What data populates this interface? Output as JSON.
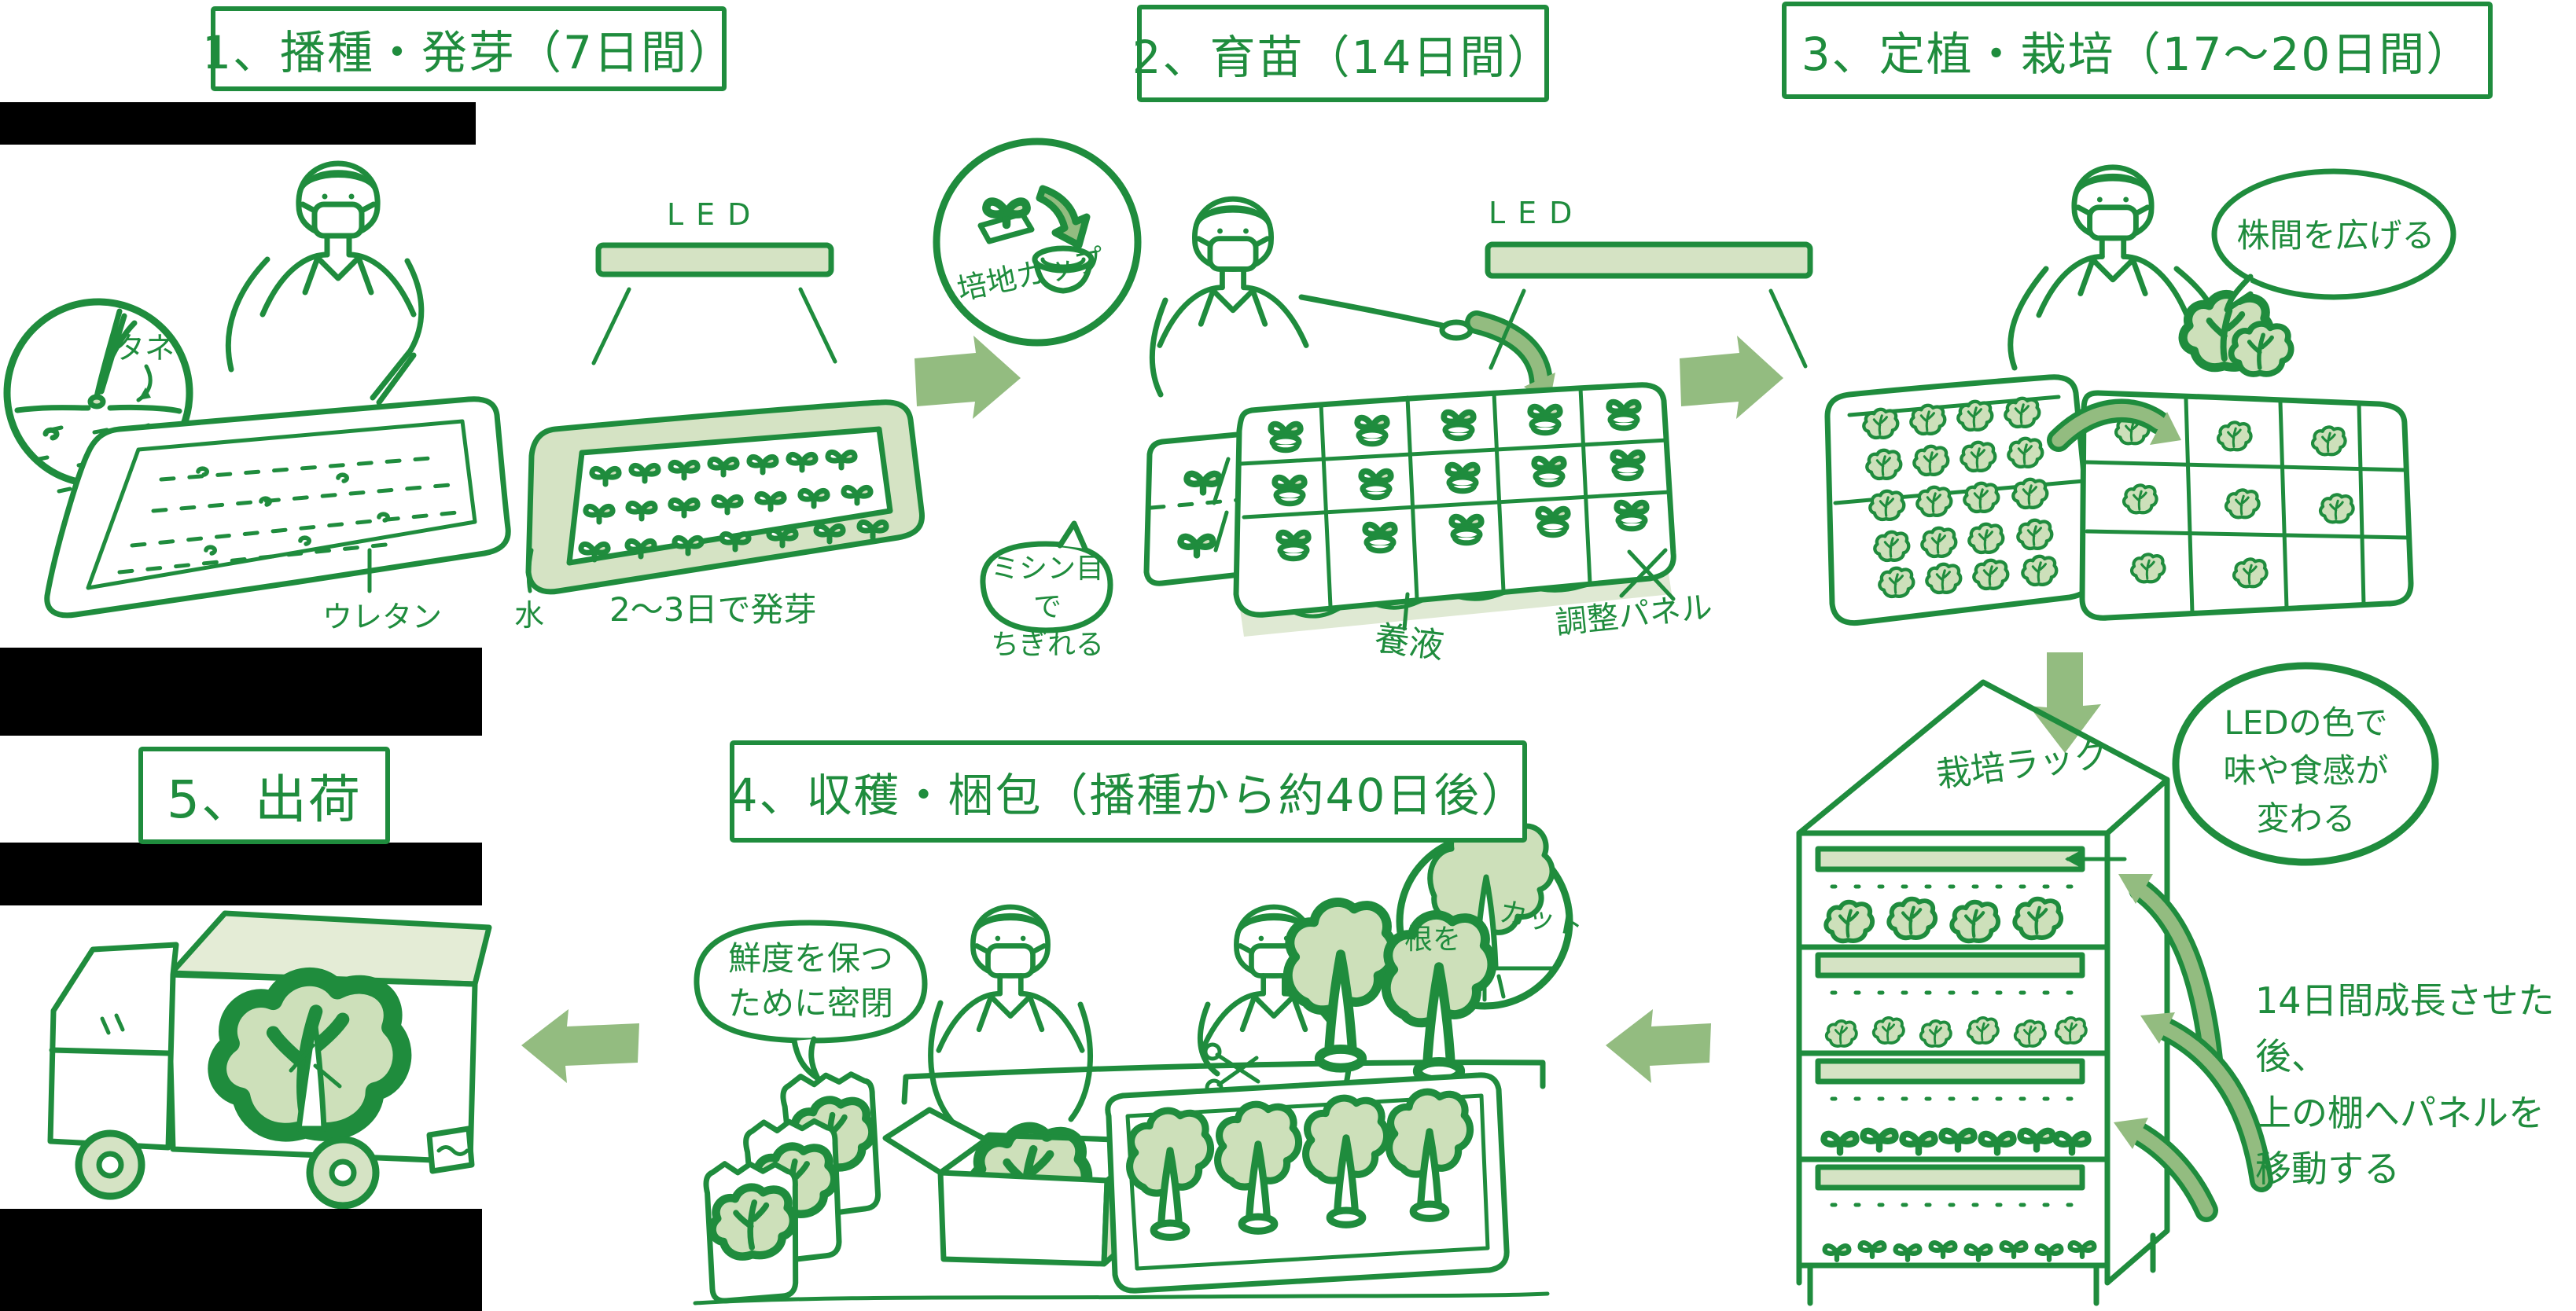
{
  "colors": {
    "line": "#1f8c3d",
    "fill_light": "#d5e3c4",
    "fill_leaf": "#cde0ba",
    "arrow_fill": "#93bc80",
    "redaction": "#000000"
  },
  "steps": [
    {
      "title": "1、播種・発芽（7日間）",
      "labels": {
        "seed": "タネ",
        "led": "LED",
        "urethane": "ウレタン",
        "water": "水",
        "germination": "2～3日で発芽"
      }
    },
    {
      "title": "2、育苗（14日間）",
      "labels": {
        "media_cup": "培地カップ",
        "led": "LED",
        "perforation": "ミシン目で\nちぎれる",
        "nutrient_solution": "養液",
        "adjust_panel": "調整パネル"
      }
    },
    {
      "title": "3、定植・栽培（17～20日間）",
      "labels": {
        "spacing": "株間を広げる"
      }
    },
    {
      "title": "4、収穫・梱包（播種から約40日後）",
      "labels": {
        "sealed": "鮮度を保つ\nために密閉",
        "root": "根を",
        "cut": "カット"
      }
    },
    {
      "title": "5、出荷",
      "labels": {}
    }
  ],
  "rack": {
    "label": "栽培ラック",
    "led_note": "LEDの色で\n味や食感が\n変わる",
    "move_note": "14日間成長させた後、\n上の棚へパネルを\n移動する"
  }
}
